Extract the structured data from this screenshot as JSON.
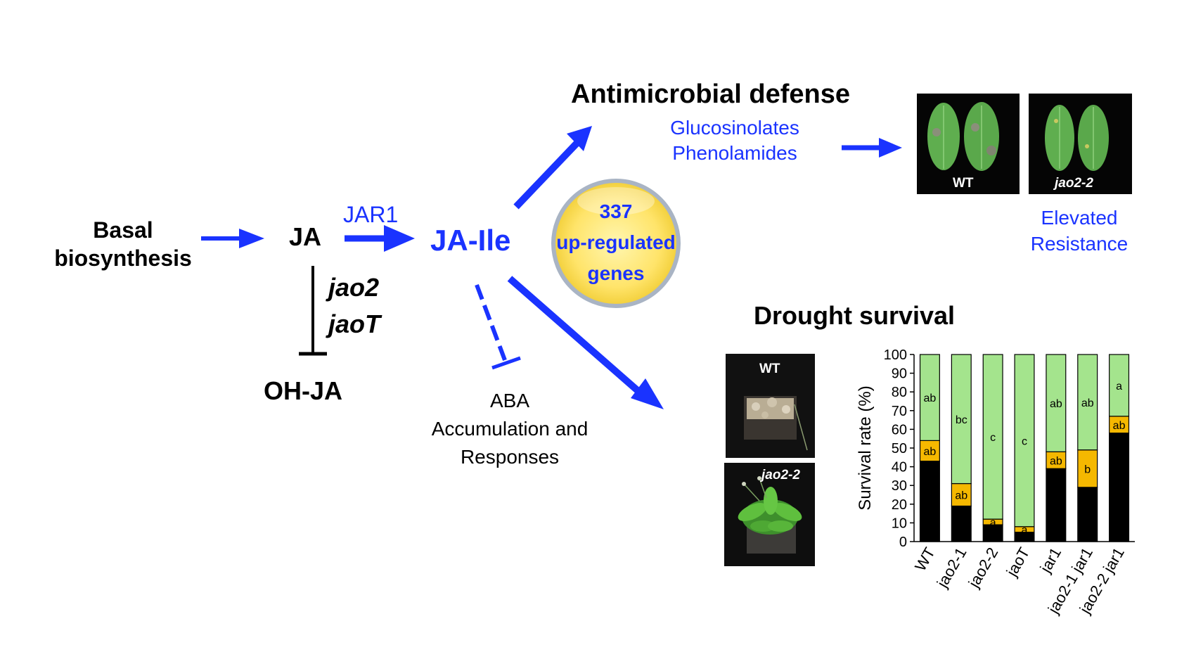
{
  "pathway": {
    "basal": [
      "Basal",
      "biosynthesis"
    ],
    "ja": "JA",
    "jar1": "JAR1",
    "ja_ile": "JA-Ile",
    "mutants": [
      "jao2",
      "jaoT"
    ],
    "oh_ja": "OH-JA",
    "aba": [
      "ABA",
      "Accumulation and",
      "Responses"
    ]
  },
  "genes_circle": [
    "337",
    "up-regulated",
    "genes"
  ],
  "antimicrobial": {
    "title": "Antimicrobial defense",
    "compounds": [
      "Glucosinolates",
      "Phenolamides"
    ],
    "photo_labels": [
      "WT",
      "jao2-2"
    ],
    "result": [
      "Elevated",
      "Resistance"
    ]
  },
  "drought": {
    "title": "Drought survival",
    "photo_labels": [
      "WT",
      "jao2-2"
    ]
  },
  "colors": {
    "arrow_blue": "#1a33ff",
    "bar_black": "#000000",
    "bar_orange": "#f5b800",
    "bar_green": "#a4e48d"
  },
  "chart_data": {
    "type": "bar",
    "stacked": true,
    "ylabel": "Survival rate (%)",
    "ylim": [
      0,
      100
    ],
    "yticks": [
      0,
      10,
      20,
      30,
      40,
      50,
      60,
      70,
      80,
      90,
      100
    ],
    "categories": [
      "WT",
      "jao2-1",
      "jao2-2",
      "jaoT",
      "jar1",
      "jao2-1 jar1",
      "jao2-2 jar1"
    ],
    "series": [
      {
        "color": "#000000",
        "values": [
          43,
          19,
          9,
          5,
          39,
          29,
          58
        ]
      },
      {
        "color": "#f5b800",
        "values": [
          11,
          12,
          3,
          3,
          9,
          20,
          9
        ]
      },
      {
        "color": "#a4e48d",
        "values": [
          46,
          69,
          88,
          92,
          52,
          51,
          33
        ]
      }
    ],
    "annotations_orange": [
      "ab",
      "ab",
      "a",
      "a",
      "ab",
      "b",
      "ab"
    ],
    "annotations_green": [
      "ab",
      "bc",
      "c",
      "c",
      "ab",
      "ab",
      "a"
    ]
  }
}
